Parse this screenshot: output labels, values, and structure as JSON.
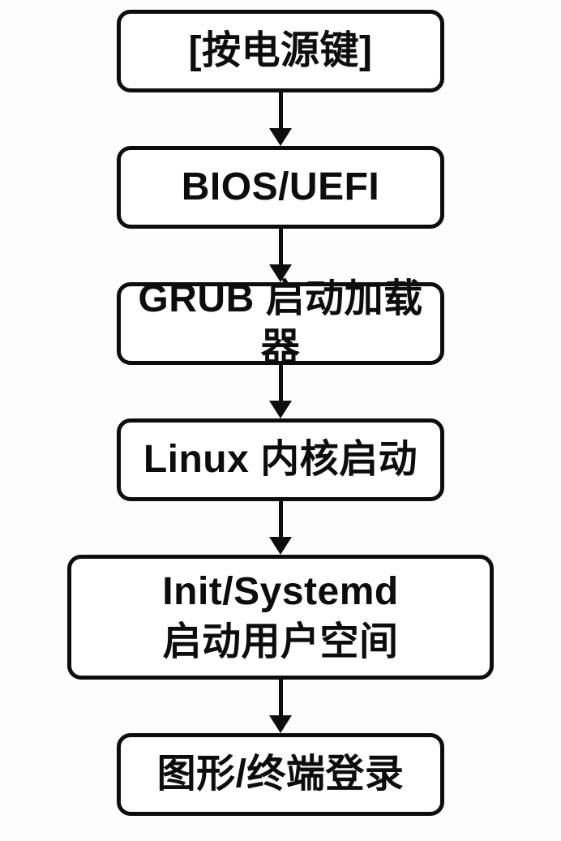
{
  "diagram": {
    "title": "linux-boot-process-flowchart",
    "type": "flowchart",
    "direction": "top-to-bottom",
    "colors": {
      "line": "#0d0d0d",
      "node_fill": "#ffffff",
      "background": "#fdfdfd",
      "text": "#0d0d0d"
    },
    "nodes": [
      {
        "id": "press-power",
        "label": "[按电源键]"
      },
      {
        "id": "bios-uefi",
        "label": "BIOS/UEFI"
      },
      {
        "id": "grub-bootloader",
        "label": "GRUB 启动加载器"
      },
      {
        "id": "linux-kernel",
        "label": "Linux 内核启动"
      },
      {
        "id": "init-systemd",
        "label": "Init/Systemd\n启动用户空间"
      },
      {
        "id": "login",
        "label": "图形/终端登录"
      }
    ],
    "edges": [
      {
        "from": "press-power",
        "to": "bios-uefi"
      },
      {
        "from": "bios-uefi",
        "to": "grub-bootloader"
      },
      {
        "from": "grub-bootloader",
        "to": "linux-kernel"
      },
      {
        "from": "linux-kernel",
        "to": "init-systemd"
      },
      {
        "from": "init-systemd",
        "to": "login"
      }
    ]
  }
}
